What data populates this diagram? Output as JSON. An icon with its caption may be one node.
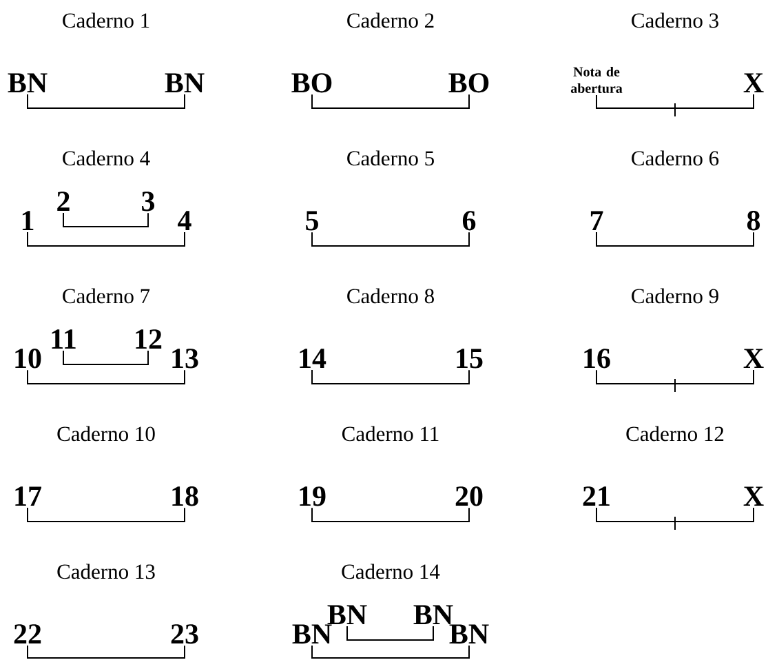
{
  "diagram": {
    "nodes": [
      {
        "text": [
          "BN"
        ]
      },
      {
        "text": [
          "BN"
        ]
      },
      {
        "text": [
          "BO"
        ]
      },
      {
        "text": [
          "BO"
        ]
      },
      {
        "text": [
          "Nota de abertura"
        ]
      },
      {
        "text": [
          "X"
        ]
      },
      {
        "text": [
          "1"
        ]
      },
      {
        "text": [
          "2"
        ]
      },
      {
        "text": [
          "3"
        ]
      },
      {
        "text": [
          "4"
        ]
      },
      {
        "text": [
          "5"
        ]
      },
      {
        "text": [
          "6"
        ]
      },
      {
        "text": [
          "7"
        ]
      },
      {
        "text": [
          "8"
        ]
      },
      {
        "text": [
          "10"
        ]
      },
      {
        "text": [
          "11"
        ]
      },
      {
        "text": [
          "12"
        ]
      },
      {
        "text": [
          "13"
        ]
      },
      {
        "text": [
          "14"
        ]
      },
      {
        "text": [
          "15"
        ]
      },
      {
        "text": [
          "16"
        ]
      },
      {
        "text": [
          "X"
        ]
      },
      {
        "text": [
          "17"
        ]
      },
      {
        "text": [
          "18"
        ]
      },
      {
        "text": [
          "19"
        ]
      },
      {
        "text": [
          "20"
        ]
      },
      {
        "text": [
          "21"
        ]
      },
      {
        "text": [
          "X"
        ]
      },
      {
        "text": [
          "22"
        ]
      },
      {
        "text": [
          "23"
        ]
      },
      {
        "text": [
          "BN"
        ]
      },
      {
        "text": [
          "BN"
        ]
      },
      {
        "text": [
          "BN"
        ]
      },
      {
        "text": [
          "BN"
        ]
      }
    ],
    "edges": [
      {
        "from": 0,
        "to": 1,
        "arrow": "none"
      },
      {
        "from": 2,
        "to": 3,
        "arrow": "none"
      },
      {
        "from": 4,
        "to": 5,
        "arrow": "none"
      },
      {
        "from": 6,
        "to": 9,
        "arrow": "none"
      },
      {
        "from": 7,
        "to": 8,
        "arrow": "none"
      },
      {
        "from": 10,
        "to": 11,
        "arrow": "none"
      },
      {
        "from": 12,
        "to": 13,
        "arrow": "none"
      },
      {
        "from": 14,
        "to": 17,
        "arrow": "none"
      },
      {
        "from": 15,
        "to": 16,
        "arrow": "none"
      },
      {
        "from": 18,
        "to": 19,
        "arrow": "none"
      },
      {
        "from": 20,
        "to": 21,
        "arrow": "none"
      },
      {
        "from": 22,
        "to": 23,
        "arrow": "none"
      },
      {
        "from": 24,
        "to": 25,
        "arrow": "none"
      },
      {
        "from": 26,
        "to": 27,
        "arrow": "none"
      },
      {
        "from": 28,
        "to": 29,
        "arrow": "none"
      },
      {
        "from": 30,
        "to": 33,
        "arrow": "none"
      },
      {
        "from": 31,
        "to": 32,
        "arrow": "none"
      }
    ],
    "labels": [
      "Caderno 1",
      "Caderno 2",
      "Caderno 3",
      "Caderno 4",
      "Caderno 5",
      "Caderno 6",
      "Caderno 7",
      "Caderno 8",
      "Caderno 9",
      "Caderno 10",
      "Caderno 11",
      "Caderno 12",
      "Caderno 13",
      "Caderno 14"
    ]
  }
}
